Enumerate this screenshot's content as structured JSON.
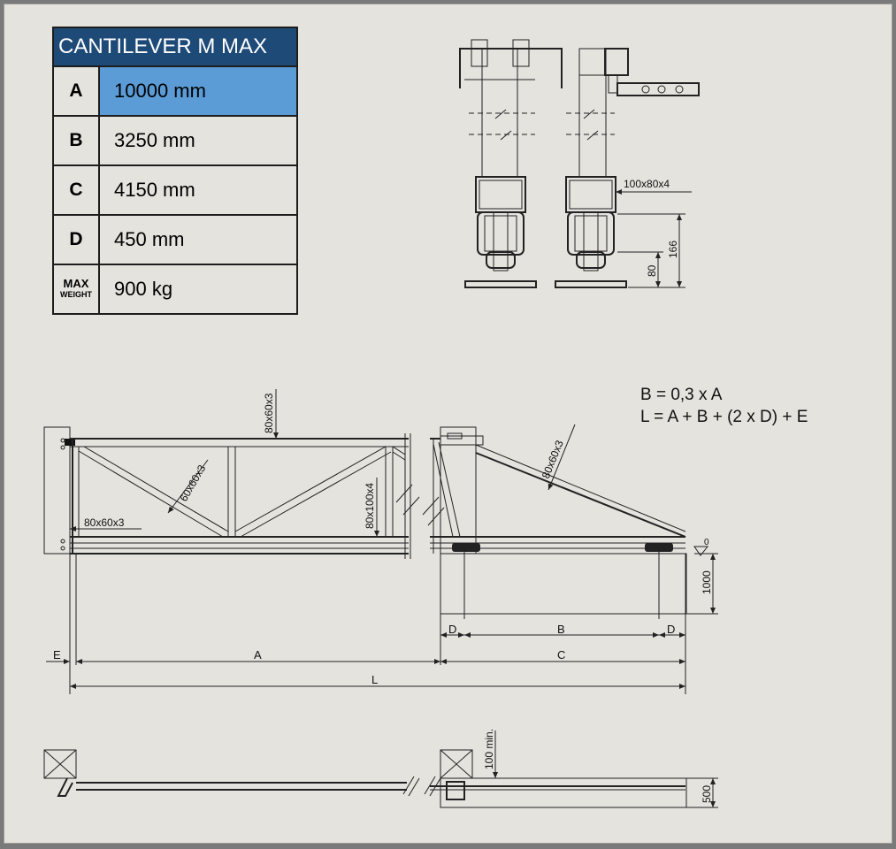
{
  "table": {
    "title": "CANTILEVER M MAX",
    "rows": [
      {
        "key": "A",
        "value": "10000 mm"
      },
      {
        "key": "B",
        "value": "3250 mm"
      },
      {
        "key": "C",
        "value": "4150 mm"
      },
      {
        "key": "D",
        "value": "450 mm"
      }
    ],
    "max_weight": {
      "key_top": "MAX",
      "key_bottom": "WEIGHT",
      "value": "900 kg"
    }
  },
  "formulas": {
    "b": "B = 0,3 x A",
    "l": "L = A + B + (2 x D) + E"
  },
  "dims": {
    "profile_top": "80x60x3",
    "profile_diag": "60x60x3",
    "profile_bottom": "80x60x3",
    "profile_vert": "80x100x4",
    "profile_tail": "80x60x3",
    "post_profile": "100x80x4",
    "h166": "166",
    "h80": "80",
    "h1000": "1000",
    "e": "E",
    "a": "A",
    "b": "B",
    "c": "C",
    "d1": "D",
    "d2": "D",
    "l": "L",
    "min100": "100 min.",
    "h500": "500"
  },
  "colors": {
    "header_bg": "#1e4a78",
    "highlight": "#5b9bd6",
    "sheet": "#e4e3dd"
  }
}
